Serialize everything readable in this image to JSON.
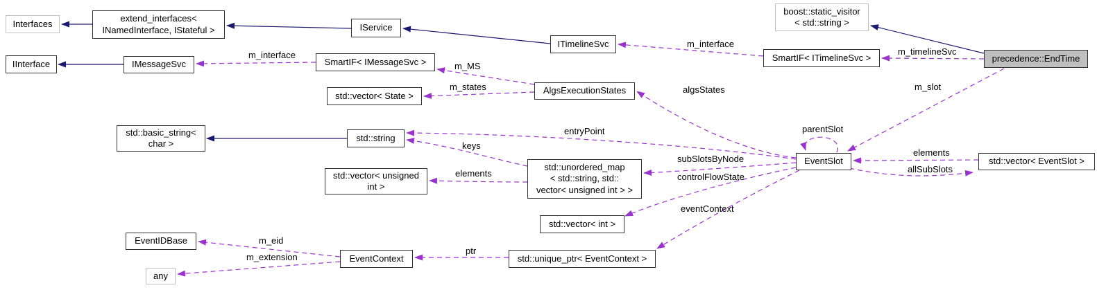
{
  "diagram": {
    "kind": "doxygen-collaboration-graph",
    "highlight_node": "precedence::EndTime",
    "colors": {
      "inheritance_edge": "#191970",
      "usage_edge": "#9a32cd",
      "node_border": "#303030",
      "external_node_border": "#c0c0c0",
      "highlight_fill": "#bfbfbf",
      "background": "#ffffff"
    },
    "nodes": [
      {
        "label": "Interfaces"
      },
      {
        "label": "extend_interfaces<\nINamedInterface, IStateful >"
      },
      {
        "label": "IService"
      },
      {
        "label": "ITimelineSvc"
      },
      {
        "label": "boost::static_visitor\n< std::string >"
      },
      {
        "label": "SmartIF< ITimelineSvc >"
      },
      {
        "label": "precedence::EndTime"
      },
      {
        "label": "IInterface"
      },
      {
        "label": "IMessageSvc"
      },
      {
        "label": "SmartIF< IMessageSvc >"
      },
      {
        "label": "AlgsExecutionStates"
      },
      {
        "label": "std::vector< State >"
      },
      {
        "label": "std::basic_string<\nchar >"
      },
      {
        "label": "std::string"
      },
      {
        "label": "std::vector< unsigned\nint >"
      },
      {
        "label": "std::unordered_map\n< std::string, std::\nvector< unsigned int > >"
      },
      {
        "label": "EventSlot"
      },
      {
        "label": "std::vector< EventSlot >"
      },
      {
        "label": "std::vector< int >"
      },
      {
        "label": "EventIDBase"
      },
      {
        "label": "any"
      },
      {
        "label": "EventContext"
      },
      {
        "label": "std::unique_ptr< EventContext >"
      }
    ],
    "edges": [
      {
        "from": "extend_interfaces< INamedInterface, IStateful >",
        "to": "Interfaces",
        "label": "",
        "style": "inheritance"
      },
      {
        "from": "IService",
        "to": "extend_interfaces< INamedInterface, IStateful >",
        "label": "",
        "style": "inheritance"
      },
      {
        "from": "ITimelineSvc",
        "to": "IService",
        "label": "",
        "style": "inheritance"
      },
      {
        "from": "IMessageSvc",
        "to": "IInterface",
        "label": "",
        "style": "inheritance"
      },
      {
        "from": "std::string",
        "to": "std::basic_string< char >",
        "label": "",
        "style": "inheritance"
      },
      {
        "from": "precedence::EndTime",
        "to": "boost::static_visitor< std::string >",
        "label": "",
        "style": "inheritance"
      },
      {
        "from": "SmartIF< IMessageSvc >",
        "to": "IMessageSvc",
        "label": "m_interface",
        "style": "usage"
      },
      {
        "from": "AlgsExecutionStates",
        "to": "SmartIF< IMessageSvc >",
        "label": "m_MS",
        "style": "usage"
      },
      {
        "from": "AlgsExecutionStates",
        "to": "std::vector< State >",
        "label": "m_states",
        "style": "usage"
      },
      {
        "from": "SmartIF< ITimelineSvc >",
        "to": "ITimelineSvc",
        "label": "m_interface",
        "style": "usage"
      },
      {
        "from": "precedence::EndTime",
        "to": "SmartIF< ITimelineSvc >",
        "label": "m_timelineSvc",
        "style": "usage"
      },
      {
        "from": "precedence::EndTime",
        "to": "EventSlot",
        "label": "m_slot",
        "style": "usage"
      },
      {
        "from": "EventSlot",
        "to": "AlgsExecutionStates",
        "label": "algsStates",
        "style": "usage"
      },
      {
        "from": "EventSlot",
        "to": "std::string",
        "label": "entryPoint",
        "style": "usage"
      },
      {
        "from": "std::unordered_map< std::string, std::vector< unsigned int > >",
        "to": "std::string",
        "label": "keys",
        "style": "usage"
      },
      {
        "from": "std::unordered_map< std::string, std::vector< unsigned int > >",
        "to": "std::vector< unsigned int >",
        "label": "elements",
        "style": "usage"
      },
      {
        "from": "EventSlot",
        "to": "std::unordered_map< std::string, std::vector< unsigned int > >",
        "label": "subSlotsByNode",
        "style": "usage"
      },
      {
        "from": "EventSlot",
        "to": "std::vector< int >",
        "label": "controlFlowState",
        "style": "usage"
      },
      {
        "from": "EventSlot",
        "to": "std::unique_ptr< EventContext >",
        "label": "eventContext",
        "style": "usage"
      },
      {
        "from": "EventSlot",
        "to": "EventSlot",
        "label": "parentSlot",
        "style": "usage"
      },
      {
        "from": "std::vector< EventSlot >",
        "to": "EventSlot",
        "label": "elements",
        "style": "usage"
      },
      {
        "from": "EventSlot",
        "to": "std::vector< EventSlot >",
        "label": "allSubSlots",
        "style": "usage"
      },
      {
        "from": "EventContext",
        "to": "EventIDBase",
        "label": "m_eid",
        "style": "usage"
      },
      {
        "from": "EventContext",
        "to": "any",
        "label": "m_extension",
        "style": "usage"
      },
      {
        "from": "std::unique_ptr< EventContext >",
        "to": "EventContext",
        "label": "ptr",
        "style": "usage"
      }
    ]
  }
}
